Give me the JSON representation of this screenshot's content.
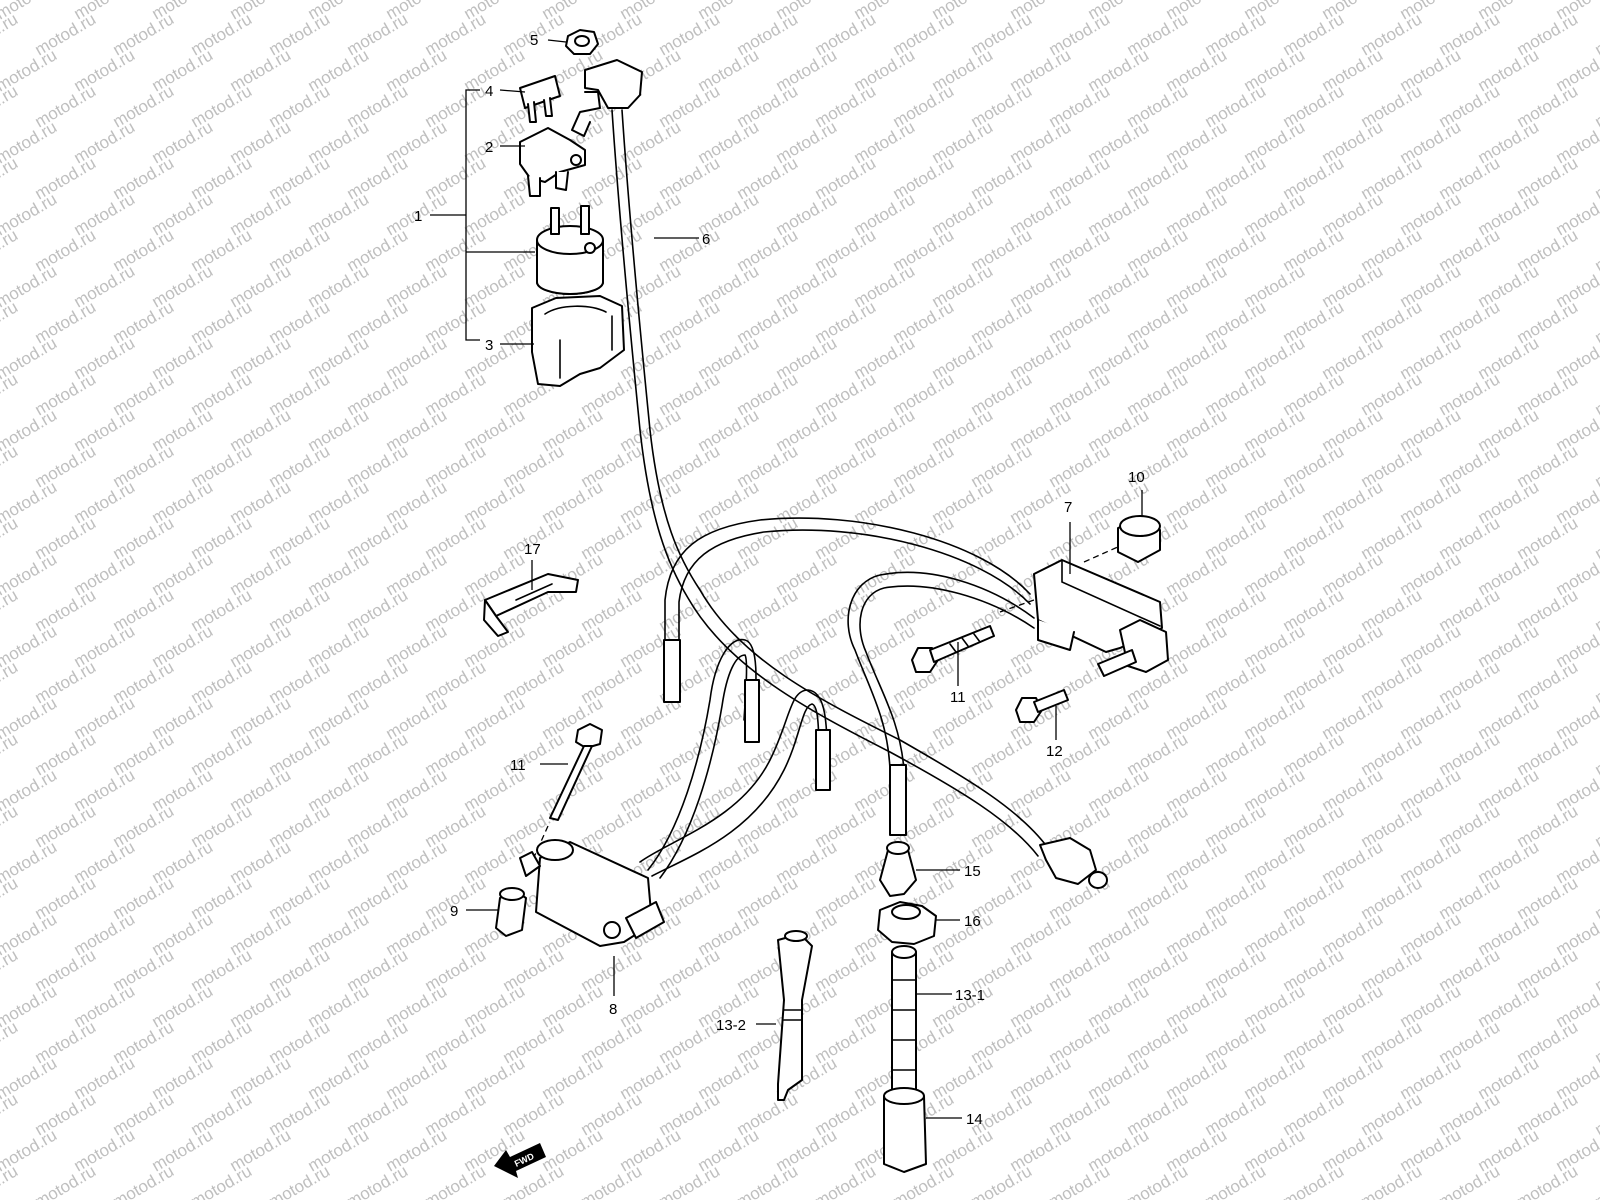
{
  "diagram": {
    "watermark": "motod.ru",
    "fwd_label": "FWD",
    "callouts": {
      "c1": "1",
      "c2": "2",
      "c3": "3",
      "c4": "4",
      "c5": "5",
      "c6": "6",
      "c7": "7",
      "c8": "8",
      "c9": "9",
      "c10": "10",
      "c11a": "11",
      "c11b": "11",
      "c12": "12",
      "c13_1": "13-1",
      "c13_2": "13-2",
      "c14": "14",
      "c15": "15",
      "c16": "16",
      "c17": "17"
    }
  }
}
